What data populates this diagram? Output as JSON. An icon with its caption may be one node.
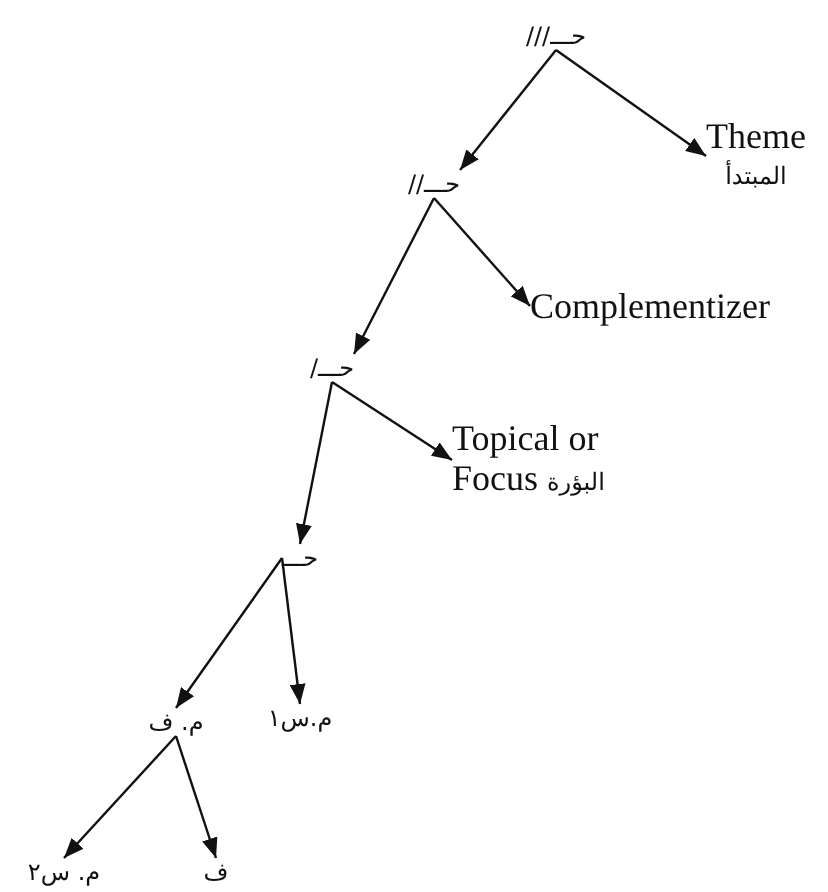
{
  "diagram": {
    "nodes": [
      {
        "text": [
          "حـــ///"
        ]
      },
      {
        "text": [
          "Theme",
          "المبتدأ"
        ]
      },
      {
        "text": [
          "حـــ//"
        ]
      },
      {
        "text": [
          "Complementizer"
        ]
      },
      {
        "text": [
          "حـــ/"
        ]
      },
      {
        "text": [
          "Topical or Focus",
          "البؤرة"
        ]
      },
      {
        "text": [
          "حـــ"
        ]
      },
      {
        "text": [
          "م. ف"
        ]
      },
      {
        "text": [
          "م.س١"
        ]
      },
      {
        "text": [
          "م. س٢"
        ]
      },
      {
        "text": [
          "ف"
        ]
      }
    ],
    "edges": [
      {
        "from": 0,
        "to": 2,
        "arrow": "to"
      },
      {
        "from": 0,
        "to": 1,
        "arrow": "to"
      },
      {
        "from": 2,
        "to": 4,
        "arrow": "to"
      },
      {
        "from": 2,
        "to": 3,
        "arrow": "to"
      },
      {
        "from": 4,
        "to": 6,
        "arrow": "to"
      },
      {
        "from": 4,
        "to": 5,
        "arrow": "to"
      },
      {
        "from": 6,
        "to": 7,
        "arrow": "to"
      },
      {
        "from": 6,
        "to": 8,
        "arrow": "to"
      },
      {
        "from": 7,
        "to": 9,
        "arrow": "to"
      },
      {
        "from": 7,
        "to": 10,
        "arrow": "to"
      }
    ]
  }
}
